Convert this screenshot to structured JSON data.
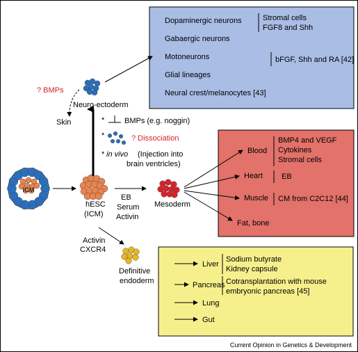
{
  "colors": {
    "ectoderm_box": "#a9bde5",
    "mesoderm_box": "#e2726a",
    "endoderm_box": "#f6f08c",
    "cell_blue": "#2a6fbd",
    "cell_orange": "#e9844f",
    "cell_red": "#d8232a",
    "cell_yellow": "#e8b820",
    "question_red": "#d2232a"
  },
  "ectoderm_box": {
    "items": [
      "Dopaminergic neurons",
      "Gabaergic neurons",
      "Motoneurons",
      "Glial lineages",
      "Neural crest/melanocytes [43]"
    ],
    "factors_dopaminergic": [
      "Stromal cells",
      "FGF8 and Shh"
    ],
    "factors_motoneurons": "bFGF, Shh and RA [42]"
  },
  "neuro": {
    "label": "Neuro-ectoderm",
    "bmp_question": "? BMPs",
    "skin": "Skin"
  },
  "conditions": {
    "noggin": "BMPs (e.g. noggin)",
    "dissociation": "? Dissociation",
    "in_vivo": "in vivo",
    "injection_1": "(Injection into",
    "injection_2": "brain ventricles)",
    "star": "*"
  },
  "hesc": {
    "line1": "hESC",
    "line2": "(ICM)",
    "embryo_label": "ICM"
  },
  "meso_path": {
    "conditions": [
      "EB",
      "Serum",
      "Activin"
    ],
    "label": "Mesoderm"
  },
  "mesoderm_box": {
    "items": [
      "Blood",
      "Heart",
      "Muscle",
      "Fat, bone"
    ],
    "blood_factors": [
      "BMP4 and VEGF",
      "Cytokines",
      "Stromal cells"
    ],
    "heart_factor": "EB",
    "muscle_factor": "CM from C2C12 [44]"
  },
  "endo_path": {
    "conditions": [
      "Activin",
      "CXCR4"
    ],
    "label_1": "Definitive",
    "label_2": "endoderm"
  },
  "endoderm_box": {
    "items": [
      "Liver",
      "Pancreas",
      "Lung",
      "Gut"
    ],
    "liver_factors": [
      "Sodium butyrate",
      "Kidney capsule"
    ],
    "pancreas_factors": [
      "Cotransplantation with mouse",
      "embryonic pancreas [45]"
    ]
  },
  "footer": "Current Opinion in Genetics & Development"
}
